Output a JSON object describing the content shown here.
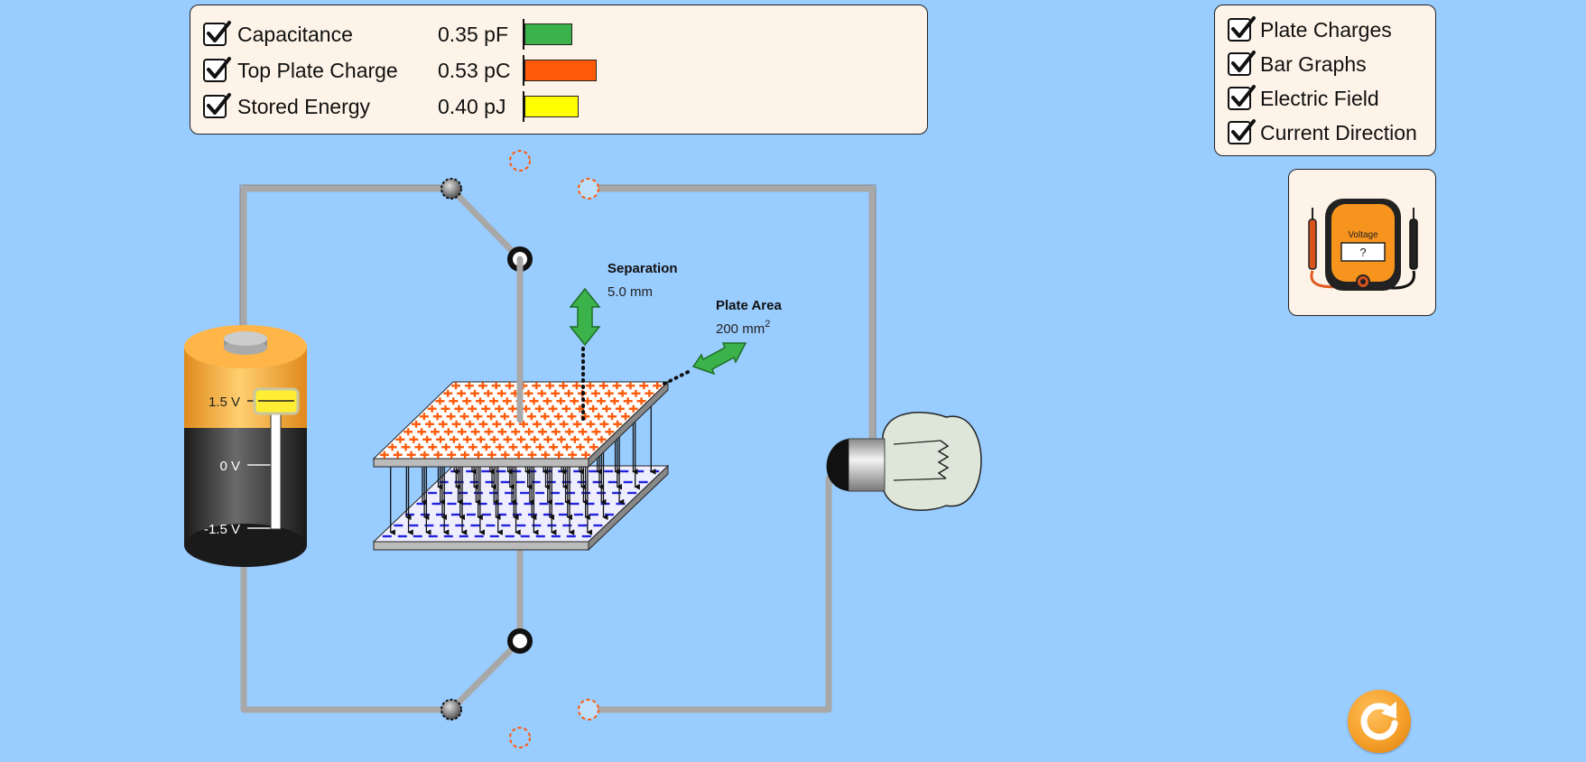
{
  "meters": {
    "rows": [
      {
        "label": "Capacitance",
        "value": "0.35 pF",
        "fraction": 0.35,
        "color": "#3cb34a",
        "checked": true
      },
      {
        "label": "Top Plate Charge",
        "value": "0.53 pC",
        "fraction": 0.53,
        "color": "#ff5a0a",
        "checked": true
      },
      {
        "label": "Stored Energy",
        "value": "0.40 pJ",
        "fraction": 0.4,
        "color": "#ffff00",
        "checked": true
      }
    ]
  },
  "options": {
    "items": [
      {
        "label": "Plate Charges",
        "checked": true
      },
      {
        "label": "Bar Graphs",
        "checked": true
      },
      {
        "label": "Electric Field",
        "checked": true
      },
      {
        "label": "Current Direction",
        "checked": true
      }
    ]
  },
  "voltmeter": {
    "label": "Voltage",
    "reading": "?"
  },
  "battery": {
    "top_label": "1.5 V",
    "mid_label": "0 V",
    "bottom_label": "-1.5 V",
    "voltage": 1.5
  },
  "separation": {
    "label": "Separation",
    "value": "5.0 mm"
  },
  "plate_area": {
    "label": "Plate Area",
    "value": "200 mm",
    "unit_sup": "2"
  },
  "colors": {
    "background": "#99ccff",
    "panel": "#fdf3e8",
    "wire": "#a8a8a8",
    "positive": "#ff5a0a",
    "negative": "#2222dd",
    "handle": "#3cb34a",
    "reset": "#f5a02a"
  },
  "icons": {
    "check": "check-icon",
    "reset": "reset-icon"
  }
}
